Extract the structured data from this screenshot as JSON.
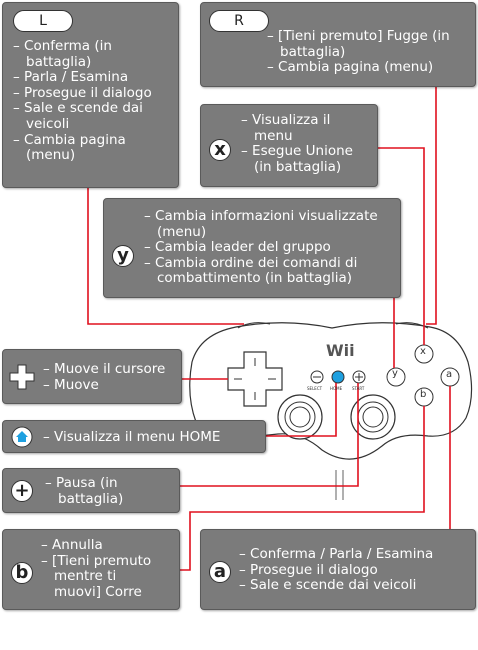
{
  "buttons": {
    "L": {
      "key": "L",
      "items": [
        "Conferma (in\nbattaglia)",
        "Parla / Esamina",
        "Prosegue il dialogo",
        "Sale e scende dai\nveicoli",
        "Cambia pagina\n(menu)"
      ]
    },
    "R": {
      "key": "R",
      "items": [
        "[Tieni premuto] Fugge (in\nbattaglia)",
        "Cambia pagina (menu)"
      ]
    },
    "X": {
      "key": "x",
      "items": [
        "Visualizza il\nmenu",
        "Esegue Unione\n(in battaglia)"
      ]
    },
    "Y": {
      "key": "y",
      "items": [
        "Cambia informazioni visualizzate\n(menu)",
        "Cambia leader del gruppo",
        "Cambia ordine dei comandi di\ncombattimento (in battaglia)"
      ]
    },
    "dpad": {
      "items": [
        "Muove il cursore",
        "Muove"
      ]
    },
    "home": {
      "items": [
        "Visualizza il menu HOME"
      ]
    },
    "plus": {
      "key": "+",
      "items": [
        "Pausa (in\nbattaglia)"
      ]
    },
    "B": {
      "key": "b",
      "items": [
        "Annulla",
        "[Tieni premuto\nmentre ti\nmuovi] Corre"
      ]
    },
    "A": {
      "key": "a",
      "items": [
        "Conferma / Parla / Esamina",
        "Prosegue il dialogo",
        "Sale e scende dai veicoli"
      ]
    }
  },
  "controller": {
    "logo": "Wii",
    "select_label": "SELECT",
    "home_label": "HOME",
    "start_label": "START",
    "minus_key": "−",
    "plus_key": "+",
    "x_key": "x",
    "y_key": "y",
    "a_key": "a",
    "b_key": "b"
  },
  "colors": {
    "line": "#e0101e",
    "panel": "#7b7b7b",
    "home_blue": "#1ea0e0"
  }
}
